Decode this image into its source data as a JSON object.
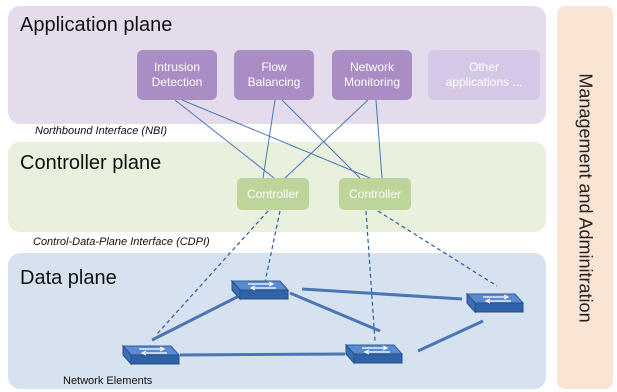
{
  "application_plane": {
    "title": "Application plane",
    "apps": [
      {
        "label": "Intrusion\nDetection",
        "color": "#a98dc4"
      },
      {
        "label": "Flow\nBalancing",
        "color": "#a98dc4"
      },
      {
        "label": "Network\nMonitoring",
        "color": "#a98dc4"
      },
      {
        "label": "Other\napplications ...",
        "color": "#d5c7e6"
      }
    ]
  },
  "nbi_label": "Northbound Interface (NBI)",
  "controller_plane": {
    "title": "Controller plane",
    "controllers": [
      "Controller",
      "Controller"
    ]
  },
  "cdpi_label": "Control-Data-Plane Interface (CDPI)",
  "data_plane": {
    "title": "Data plane",
    "elements_label": "Network Elements"
  },
  "management": "Management and Adminitration",
  "colors": {
    "application_plane": "#e4dcec",
    "controller_plane": "#e9f0de",
    "data_plane": "#d7e2f0",
    "management": "#fae4d4",
    "link": "#4a76b8"
  }
}
